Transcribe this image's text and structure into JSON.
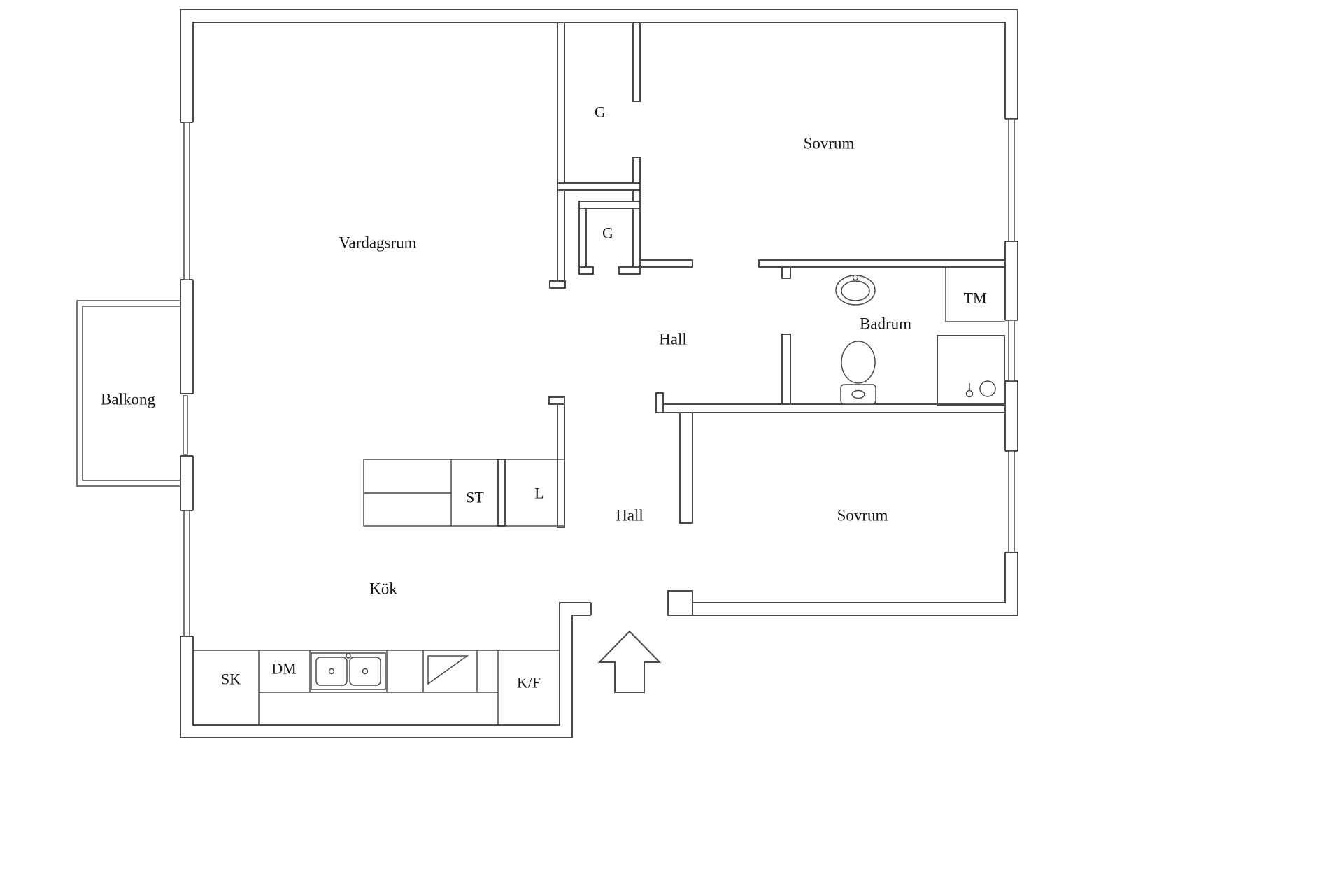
{
  "floorplan": {
    "labels": {
      "balkong": "Balkong",
      "vardagsrum": "Vardagsrum",
      "garderob_top": "G",
      "garderob_mid": "G",
      "sovrum_top": "Sovrum",
      "tm": "TM",
      "badrum": "Badrum",
      "hall_upper": "Hall",
      "hall_lower": "Hall",
      "st": "ST",
      "l": "L",
      "sovrum_bottom": "Sovrum",
      "kok": "Kök",
      "sk": "SK",
      "dm": "DM",
      "kf": "K/F"
    },
    "colors": {
      "line": "#4a4a4a",
      "background": "#ffffff",
      "text": "#161616"
    }
  }
}
